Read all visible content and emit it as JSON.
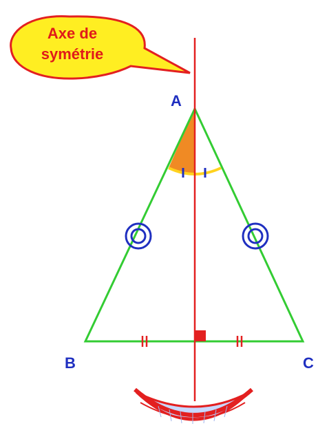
{
  "bubble": {
    "text": "Axe de\nsymétrie"
  },
  "vertices": {
    "a": "A",
    "b": "B",
    "c": "C"
  },
  "colors": {
    "axis": "#e32020",
    "triangle": "#33cc33",
    "angle_fill": "#f08a24",
    "bubble_fill": "#ffee22",
    "label": "#1f2fc0",
    "marks_circle": "#1f2fc0",
    "smile_red": "#e32020",
    "smile_teeth": "#c8d8ff"
  }
}
